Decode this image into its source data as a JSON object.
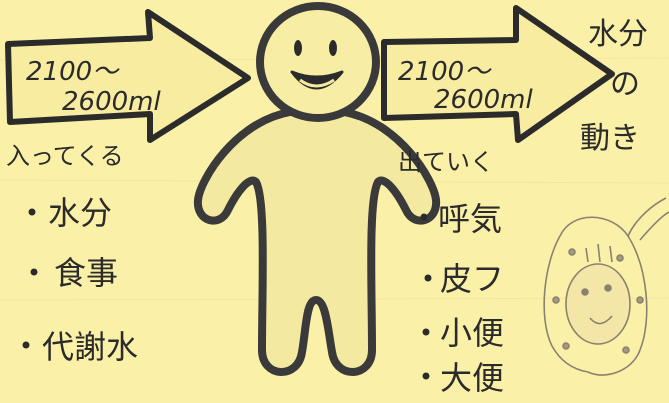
{
  "diagram": {
    "intake_arrow": {
      "line1": "2100〜",
      "line2": "2600ml"
    },
    "output_arrow": {
      "line1": "2100〜",
      "line2": "2600ml"
    },
    "intake": {
      "heading": "入ってくる",
      "items": [
        "水分",
        "食事",
        "代謝水"
      ]
    },
    "output": {
      "heading": "出ていく",
      "items": [
        "呼気",
        "皮フ",
        "小便",
        "大便"
      ]
    },
    "title": {
      "line1": "水分",
      "line2": "の",
      "line3": "動き"
    }
  },
  "colors": {
    "background": "#fbf0a8",
    "ink": "#2b2b2b",
    "figure_fill": "#f4e9a0"
  }
}
